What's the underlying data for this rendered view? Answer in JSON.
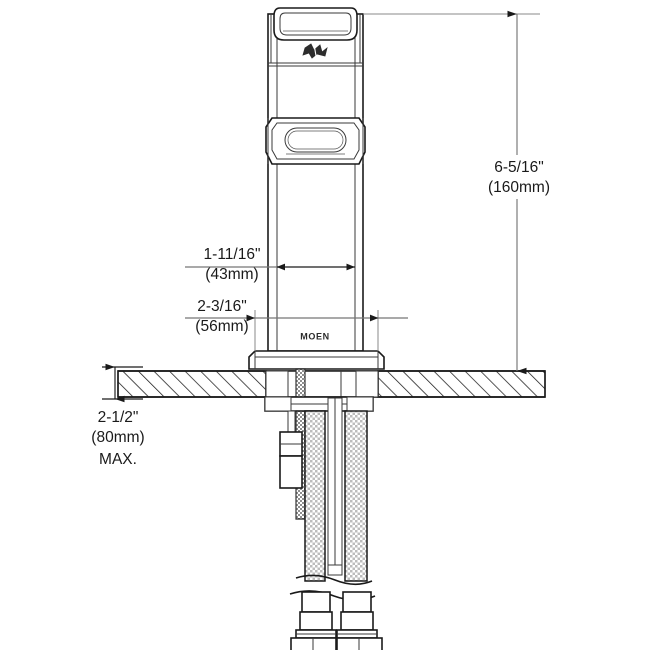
{
  "drawing": {
    "title": "Single Handle Bathroom Faucet Specification Drawing",
    "brand_mark": "MOEN",
    "line_color": "#1a1a1a",
    "dimension_color": "#767676",
    "background_color": "#ffffff"
  },
  "dimensions": {
    "height_overall": {
      "name": "overall-height",
      "imperial": "6-5/16\"",
      "metric": "(160mm)",
      "orientation": "vertical",
      "position": "right"
    },
    "spout_reach": {
      "name": "spout-height-above-deck",
      "imperial": "1-11/16\"",
      "metric": "(43mm)",
      "orientation": "horizontal",
      "position": "left"
    },
    "base_width": {
      "name": "base-width",
      "imperial": "2-3/16\"",
      "metric": "(56mm)",
      "orientation": "horizontal",
      "position": "left"
    },
    "deck_thickness": {
      "name": "max-deck-thickness",
      "imperial": "2-1/2\"",
      "metric": "(80mm)",
      "note": "MAX.",
      "orientation": "vertical",
      "position": "left"
    }
  },
  "parts": {
    "handle": "lever-handle",
    "logo": "moen-logo-mark",
    "spout": "spout-outlet",
    "body": "faucet-body-column",
    "escutcheon": "base-plate",
    "countertop": "deck-section-hatched",
    "mounting_nut": "mounting-nut",
    "threaded_shank": "threaded-shank",
    "supply_lines": "braided-supply-lines",
    "connectors": "supply-connector-nuts",
    "break_lines": "break-line-pair"
  }
}
